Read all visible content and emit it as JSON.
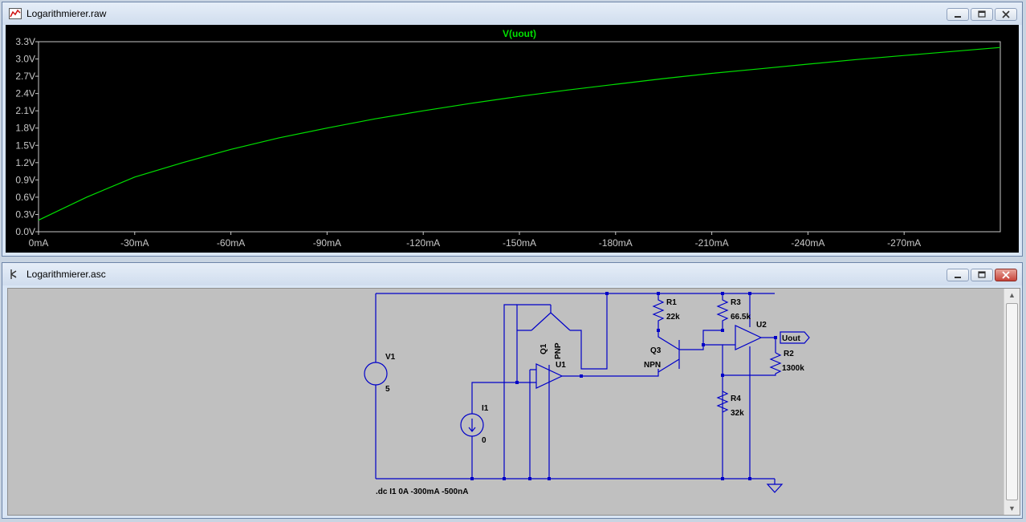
{
  "top_window": {
    "title": "Logarithmierer.raw"
  },
  "bottom_window": {
    "title": "Logarithmierer.asc"
  },
  "chart_data": {
    "type": "line",
    "title": "V(uout)",
    "color": "#00e000",
    "x_ticks": [
      "0mA",
      "-30mA",
      "-60mA",
      "-90mA",
      "-120mA",
      "-150mA",
      "-180mA",
      "-210mA",
      "-240mA",
      "-270mA"
    ],
    "y_ticks": [
      "3.3V",
      "3.0V",
      "2.7V",
      "2.4V",
      "2.1V",
      "1.8V",
      "1.5V",
      "1.2V",
      "0.9V",
      "0.6V",
      "0.3V",
      "0.0V"
    ],
    "xlim": [
      0,
      -300
    ],
    "ylim": [
      0,
      3.3
    ],
    "series": [
      {
        "x": [
          0,
          -15,
          -30,
          -45,
          -60,
          -75,
          -90,
          -105,
          -120,
          -135,
          -150,
          -165,
          -180,
          -195,
          -210,
          -225,
          -240,
          -255,
          -270,
          -285,
          -300
        ],
        "y": [
          0.2,
          0.6,
          0.95,
          1.2,
          1.43,
          1.63,
          1.8,
          1.96,
          2.1,
          2.23,
          2.35,
          2.46,
          2.56,
          2.66,
          2.75,
          2.83,
          2.91,
          2.99,
          3.06,
          3.13,
          3.2
        ]
      }
    ]
  },
  "schematic": {
    "components": {
      "v1_name": "V1",
      "v1_value": "5",
      "i1_name": "I1",
      "i1_value": "0",
      "q1_name": "Q1",
      "q1_type": "PNP",
      "u1_name": "U1",
      "r1_name": "R1",
      "r1_value": "22k",
      "q3_name": "Q3",
      "q3_type": "NPN",
      "r3_name": "R3",
      "r3_value": "66.5k",
      "u2_name": "U2",
      "r2_name": "R2",
      "r2_value": "1300k",
      "r4_name": "R4",
      "r4_value": "32k",
      "out_label": "Uout"
    },
    "directive": ".dc I1 0A -300mA -500nA"
  }
}
